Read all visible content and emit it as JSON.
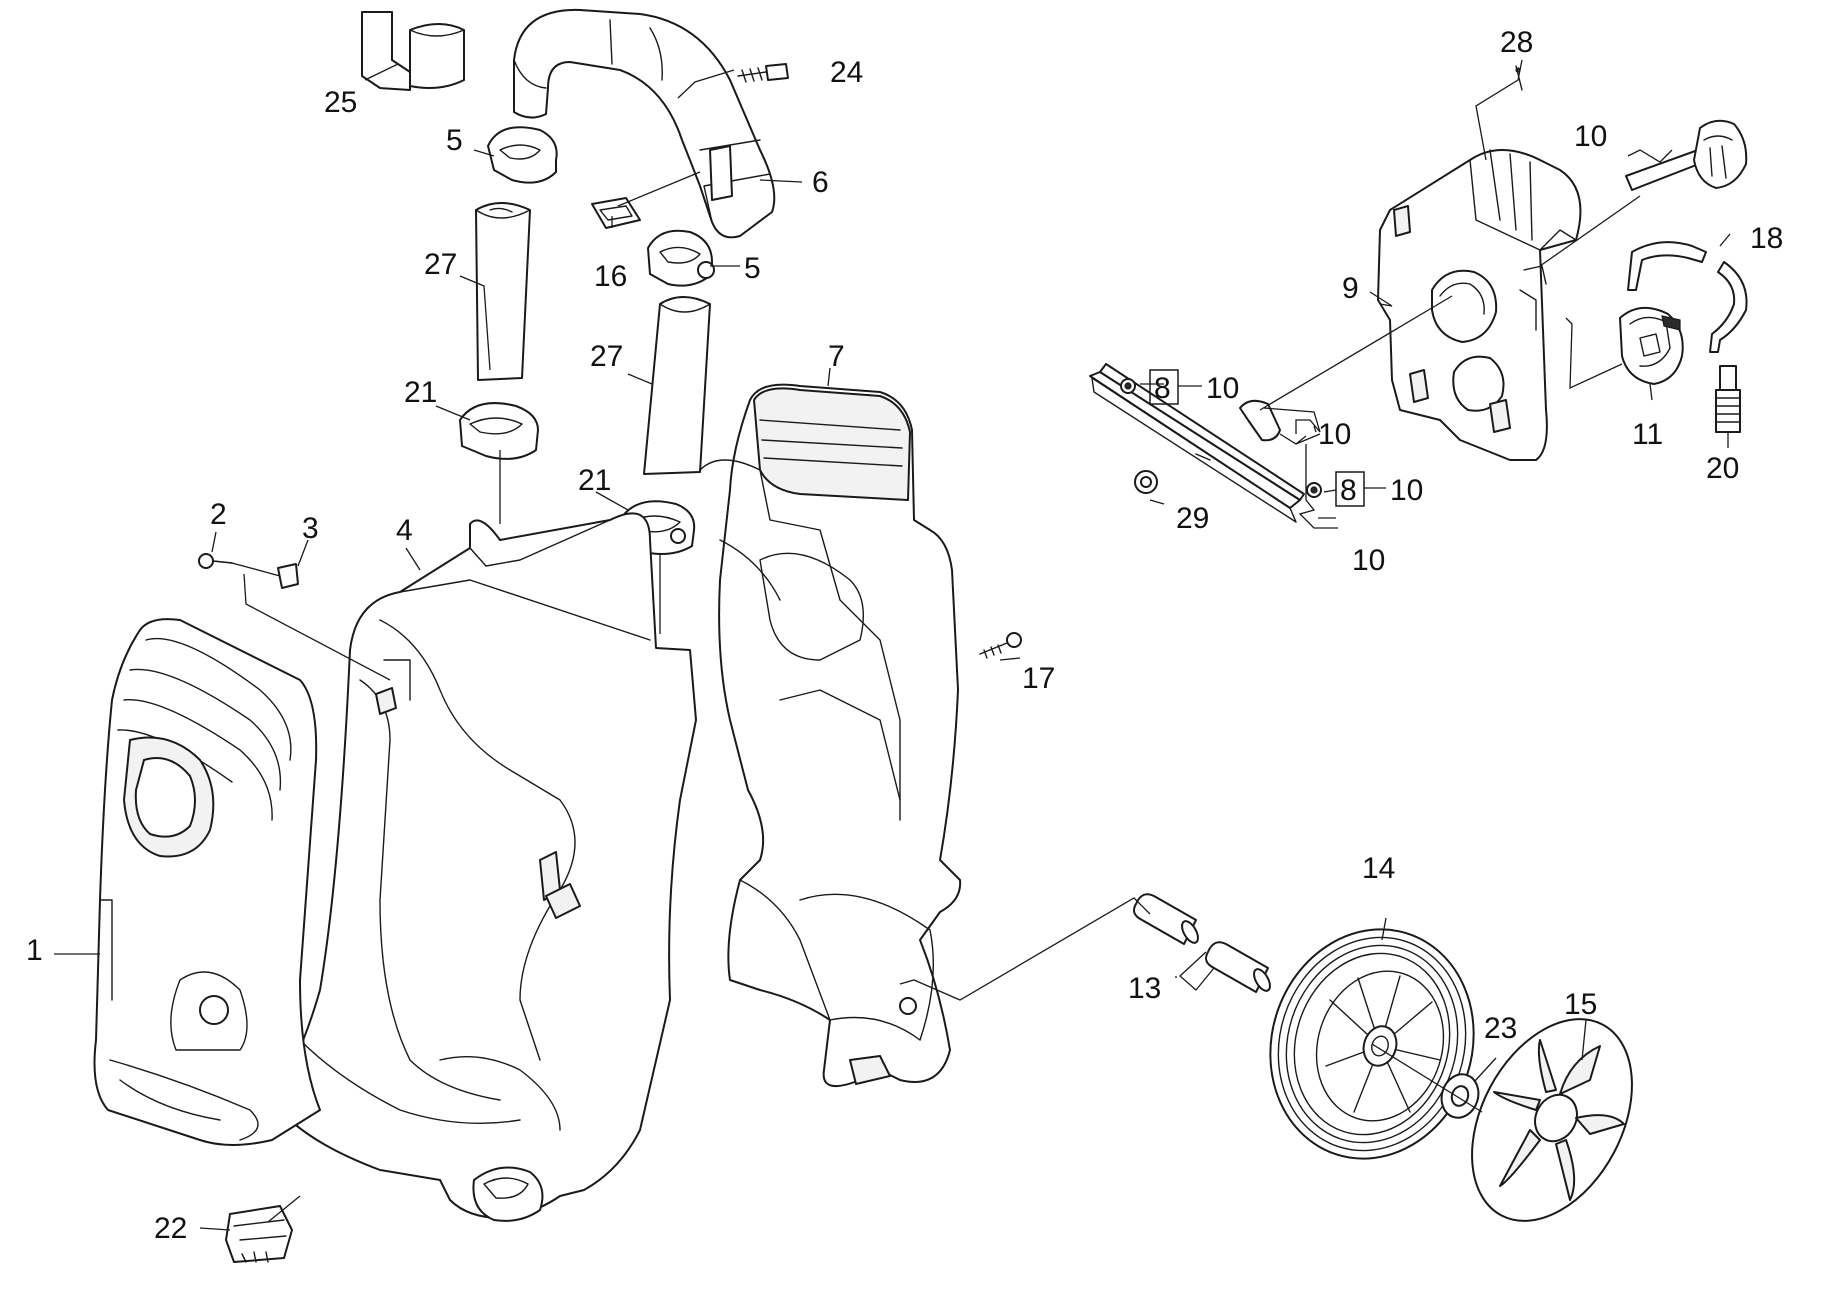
{
  "callouts": {
    "c1": "1",
    "c2": "2",
    "c3": "3",
    "c4": "4",
    "c5a": "5",
    "c5b": "5",
    "c6": "6",
    "c7": "7",
    "c8a": "8",
    "c8b": "8",
    "c9": "9",
    "c10a": "10",
    "c10b": "10",
    "c10c": "10",
    "c10d": "10",
    "c10e": "10",
    "c11": "11",
    "c13": "13",
    "c14": "14",
    "c15": "15",
    "c16": "16",
    "c17": "17",
    "c18": "18",
    "c20": "20",
    "c21a": "21",
    "c21b": "21",
    "c22": "22",
    "c23": "23",
    "c24": "24",
    "c25": "25",
    "c27a": "27",
    "c27b": "27",
    "c28": "28",
    "c29": "29"
  },
  "colors": {
    "line": "#1a1a1a",
    "background": "#ffffff"
  }
}
